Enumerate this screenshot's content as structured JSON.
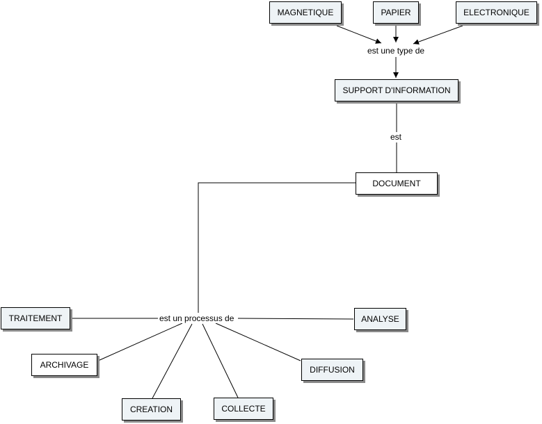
{
  "concepts": {
    "magnetique": "MAGNETIQUE",
    "papier": "PAPIER",
    "electronique": "ELECTRONIQUE",
    "support_information": "SUPPORT D'INFORMATION",
    "document": "DOCUMENT",
    "traitement": "TRAITEMENT",
    "analyse": "ANALYSE",
    "archivage": "ARCHIVAGE",
    "diffusion": "DIFFUSION",
    "creation": "CREATION",
    "collecte": "COLLECTE"
  },
  "linking_phrases": {
    "est_une_type_de": "est une type de",
    "est": "est",
    "est_un_processus_de": "est un processus de"
  },
  "colors": {
    "concept_fill": "#eef3f6",
    "concept_fill_plain": "#ffffff",
    "shadow": "#8a8a8a",
    "line": "#000000"
  }
}
